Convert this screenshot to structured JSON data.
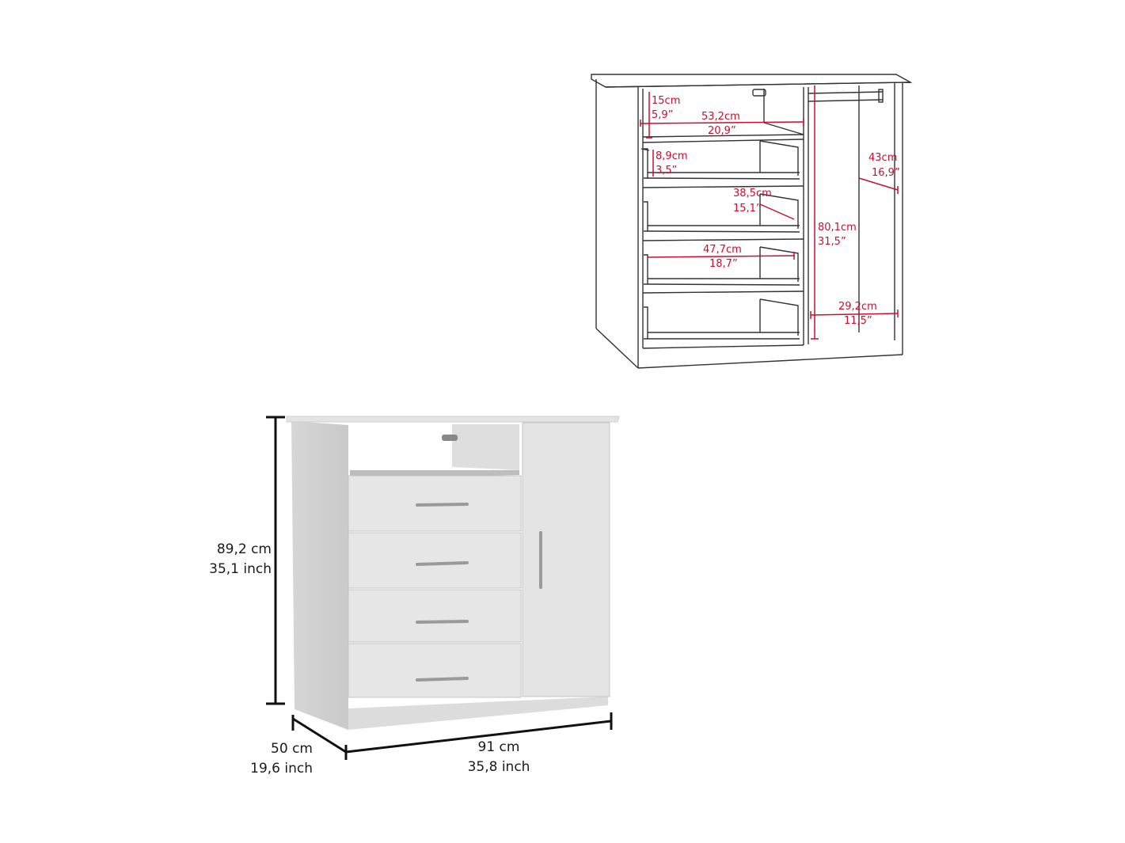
{
  "diagram": {
    "type": "furniture-dimensions",
    "accent_color": "#c8102e",
    "line_color": "#1a1a1a"
  },
  "front_view": {
    "height": {
      "cm": "89,2 cm",
      "inch": "35,1 inch"
    },
    "depth": {
      "cm": "50 cm",
      "inch": "19,6 inch"
    },
    "width": {
      "cm": "91 cm",
      "inch": "35,8 inch"
    },
    "drawers": 4,
    "doors": 1,
    "open_shelf": 1
  },
  "interior_view": {
    "top_shelf_height": {
      "cm": "15cm",
      "inch": "5,9”"
    },
    "top_shelf_width": {
      "cm": "53,2cm",
      "inch": "20,9”"
    },
    "drawer_height": {
      "cm": "8,9cm",
      "inch": "3,5”"
    },
    "drawer_depth": {
      "cm": "38,5cm",
      "inch": "15,1”"
    },
    "drawer_width": {
      "cm": "47,7cm",
      "inch": "18,7”"
    },
    "closet_height": {
      "cm": "80,1cm",
      "inch": "31,5”"
    },
    "closet_depth": {
      "cm": "43cm",
      "inch": "16,9”"
    },
    "closet_width": {
      "cm": "29,2cm",
      "inch": "11,5”"
    }
  }
}
